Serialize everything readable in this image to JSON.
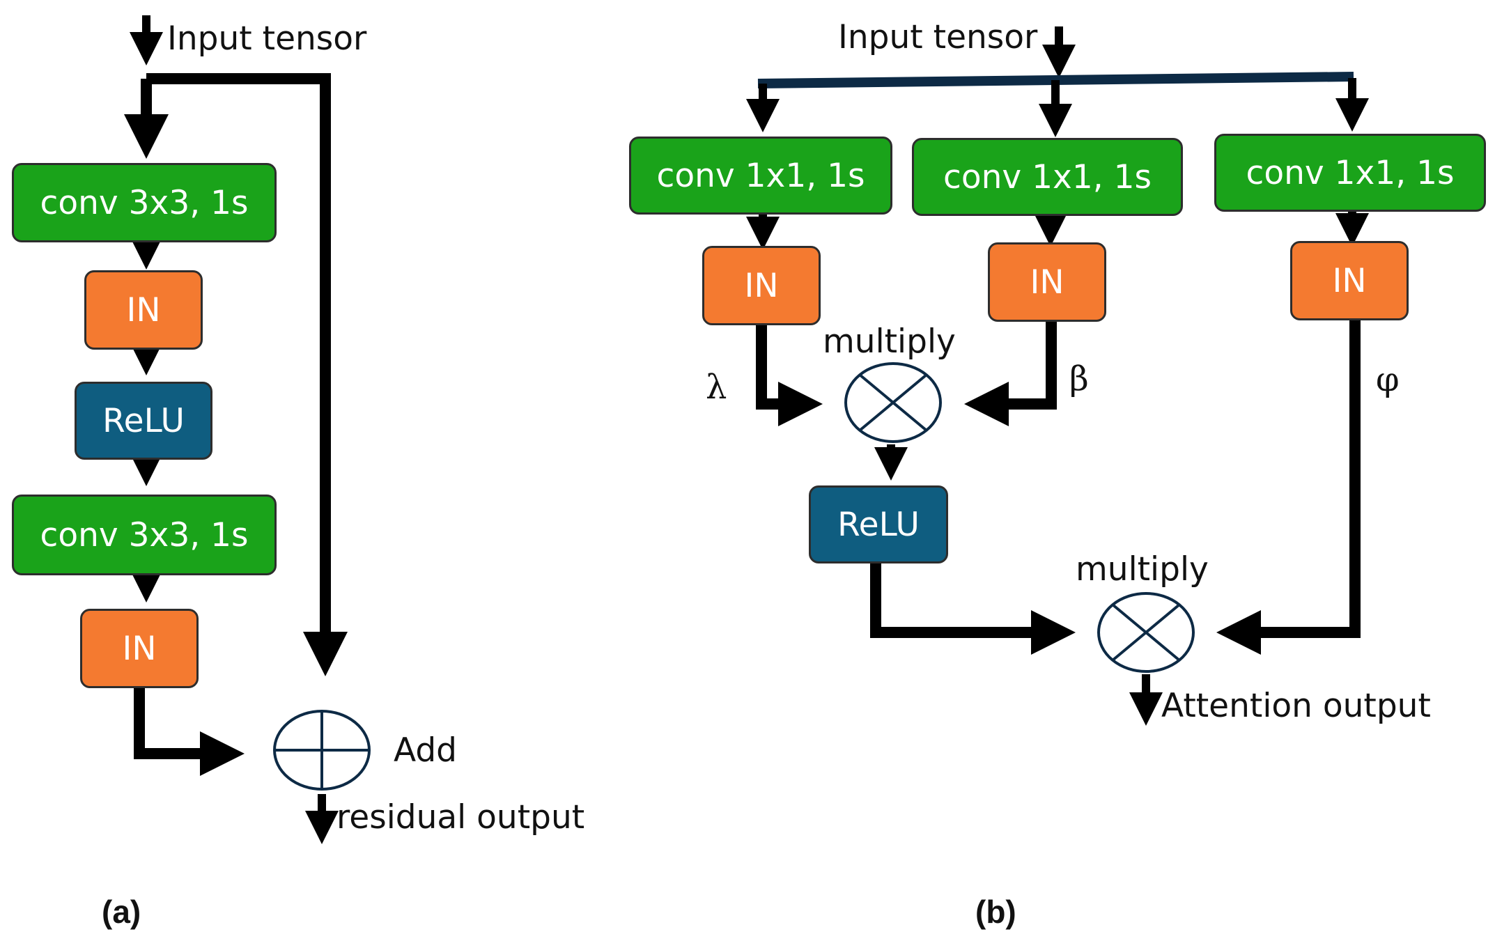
{
  "panel_a": {
    "input_label": "Input tensor",
    "conv1": "conv 3x3, 1s",
    "norm1": "IN",
    "relu": "ReLU",
    "conv2": "conv 3x3, 1s",
    "norm2": "IN",
    "add_label": "Add",
    "output_label": "residual output",
    "caption": "(a)"
  },
  "panel_b": {
    "input_label": "Input tensor",
    "conv_left": "conv 1x1, 1s",
    "conv_mid": "conv 1x1, 1s",
    "conv_right": "conv 1x1, 1s",
    "norm_left": "IN",
    "norm_mid": "IN",
    "norm_right": "IN",
    "lambda_label": "λ",
    "beta_label": "β",
    "phi_label": "φ",
    "multiply_top_label": "multiply",
    "relu": "ReLU",
    "multiply_bottom_label": "multiply",
    "output_label": "Attention output",
    "caption": "(b)"
  },
  "colors": {
    "conv": "#1aa31a",
    "norm": "#f47a30",
    "relu": "#0f5d80",
    "line": "#000000",
    "bus": "#0d2a45"
  }
}
